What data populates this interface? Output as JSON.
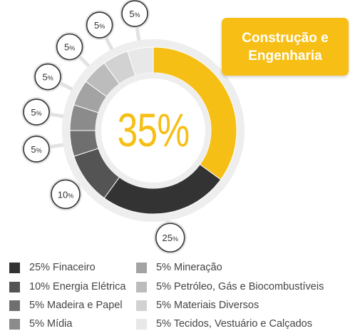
{
  "highlight": {
    "label": "Construção e\nEngenharia",
    "color": "#f7bf16"
  },
  "center_value": "35%",
  "chart_data": {
    "type": "pie",
    "style": "donut",
    "categories": [
      "Construção e Engenharia",
      "Finaceiro",
      "Energia Elétrica",
      "Madeira e Papel",
      "Mídia",
      "Mineração",
      "Petróleo, Gás e Biocombustíveis",
      "Materiais Diversos",
      "Tecidos, Vestuário e Calçados"
    ],
    "values": [
      35,
      25,
      10,
      5,
      5,
      5,
      5,
      5,
      5
    ],
    "slice_labels": [
      "",
      "25%",
      "10%",
      "5%",
      "5%",
      "5%",
      "5%",
      "5%",
      "5%"
    ],
    "colors": [
      "#f6bf15",
      "#333333",
      "#545454",
      "#6f6f6f",
      "#8b8b8b",
      "#a3a3a3",
      "#bcbcbc",
      "#d2d2d2",
      "#e8e8e8"
    ]
  },
  "legend": [
    {
      "label": "25% Finaceiro",
      "color": "#333333"
    },
    {
      "label": "10% Energia Elétrica",
      "color": "#545454"
    },
    {
      "label": "5% Madeira e Papel",
      "color": "#6f6f6f"
    },
    {
      "label": "5% Mídia",
      "color": "#8b8b8b"
    },
    {
      "label": "5% Mineração",
      "color": "#a3a3a3"
    },
    {
      "label": "5% Petróleo, Gás e Biocombustíveis",
      "color": "#bcbcbc"
    },
    {
      "label": "5% Materiais Diversos",
      "color": "#d2d2d2"
    },
    {
      "label": "5% Tecidos, Vestuário e Calçados",
      "color": "#e8e8e8"
    }
  ]
}
